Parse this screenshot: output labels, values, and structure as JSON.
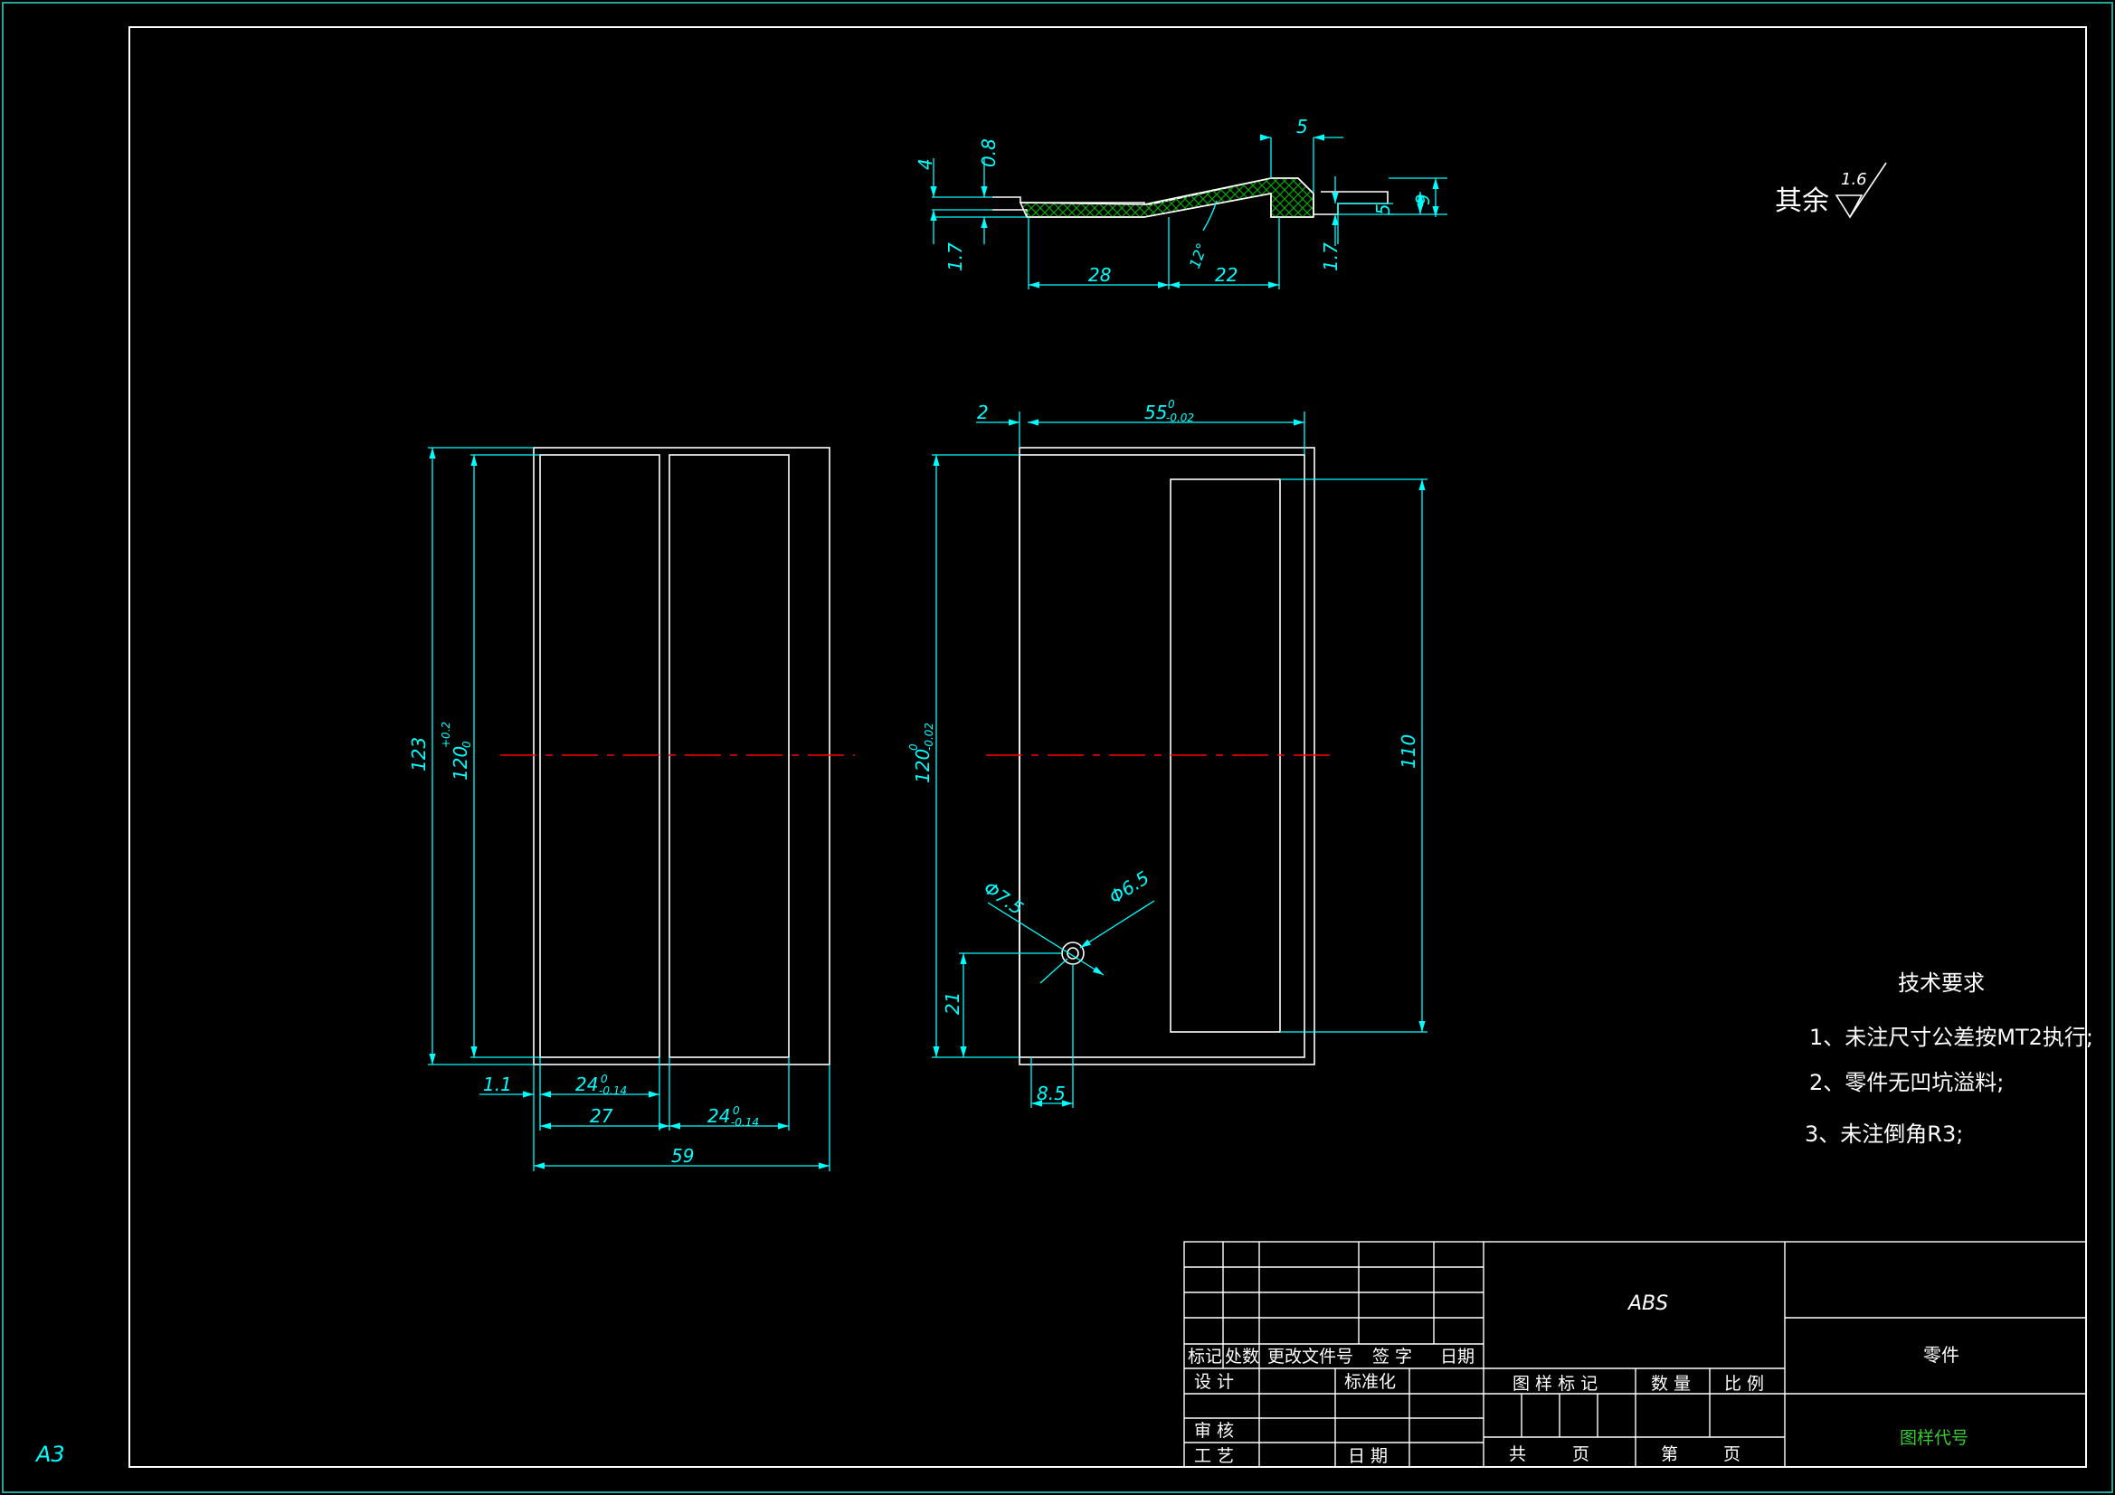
{
  "colors": {
    "background": "#000000",
    "outline": "#ffffff",
    "dimension": "#00ffff",
    "centerline": "#ff0000",
    "hatch": "#00aa00",
    "drawing_code": "#33cc33",
    "sheet_border": "#26a69a"
  },
  "sheet_size": "A3",
  "surface_finish": {
    "label": "其余",
    "value": "1.6"
  },
  "tech_requirements": {
    "title": "技术要求",
    "items": [
      "1、未注尺寸公差按MT2执行;",
      "2、零件无凹坑溢料;",
      "3、未注倒角R3;"
    ]
  },
  "section_view": {
    "dims": {
      "thick_4": "4",
      "thick_0_8": "0.8",
      "thick_1_7_left": "1.7",
      "len_28": "28",
      "len_22": "22",
      "angle": "12°",
      "width_5_top": "5",
      "height_5": "5",
      "height_9": "9",
      "thick_1_7_right": "1.7"
    }
  },
  "left_view": {
    "dims": {
      "height_123": "123",
      "height_120": "120",
      "height_120_tol_upper": "+0.2",
      "height_120_tol_lower": "0",
      "offset_1_1": "1.1",
      "slot_24_a": "24",
      "slot_24_b": "24",
      "slot_24_tol_upper": "0",
      "slot_24_tol_lower": "-0.14",
      "pitch_27": "27",
      "total_59": "59"
    }
  },
  "front_view": {
    "dims": {
      "offset_2": "2",
      "width_55": "55",
      "width_55_tol_upper": "0",
      "width_55_tol_lower": "-0.02",
      "height_120": "120",
      "height_120_tol_upper": "0",
      "height_120_tol_lower": "-0.02",
      "height_110": "110",
      "hole_d7_5": "Φ7.5",
      "hole_d6_5": "Φ6.5",
      "hole_y_21": "21",
      "hole_x_8_5": "8.5"
    }
  },
  "title_block": {
    "material": "ABS",
    "part_name": "零件",
    "drawing_code": "图样代号",
    "headers": {
      "mark": "标记",
      "count": "处数",
      "change_doc": "更改文件号",
      "signature": "签 字",
      "date": "日期"
    },
    "rows": {
      "design": "设 计",
      "standardize": "标准化",
      "review": "审 核",
      "process": "工 艺",
      "date": "日 期"
    },
    "info": {
      "sample_mark": "图 样 标 记",
      "quantity": "数 量",
      "scale": "比 例",
      "total": "共",
      "page_a": "页",
      "sheet": "第",
      "page_b": "页"
    }
  }
}
